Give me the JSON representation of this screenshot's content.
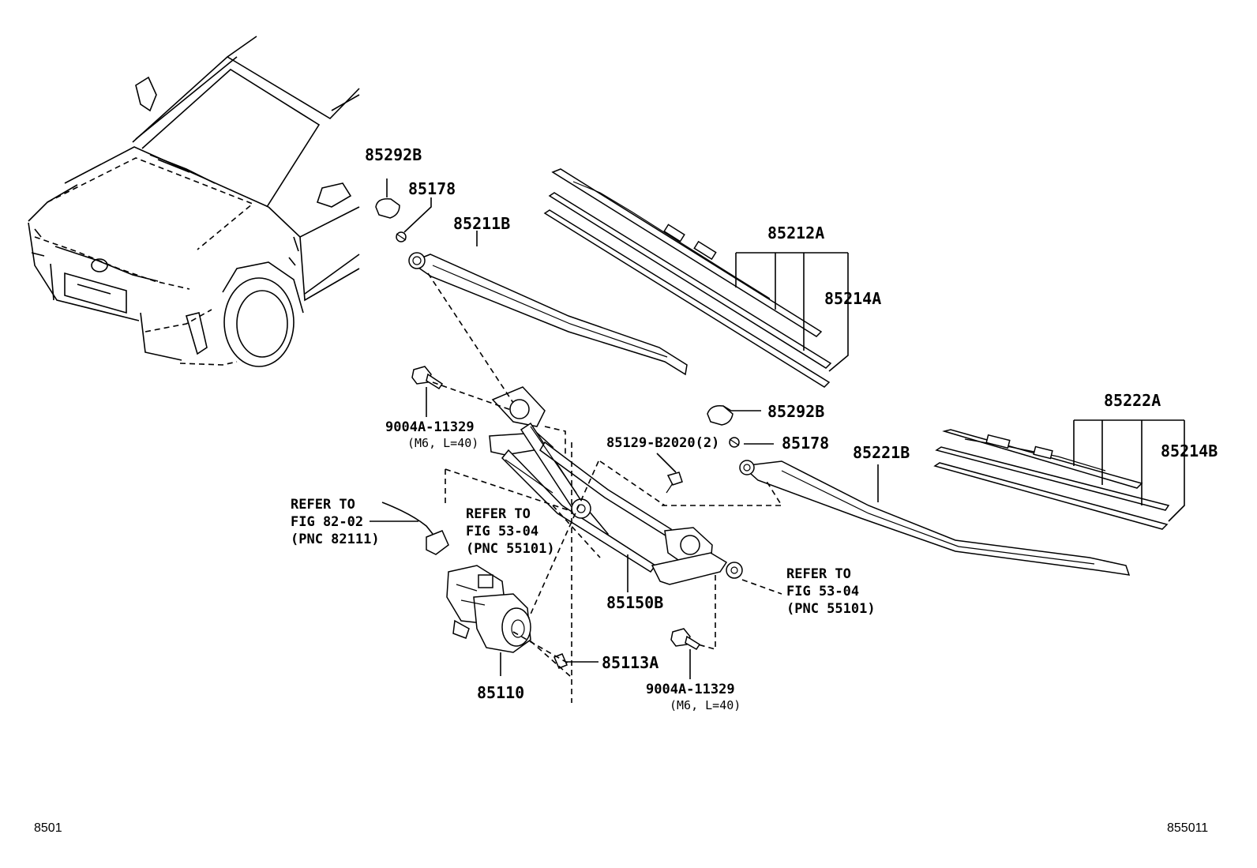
{
  "labels": {
    "cap_left": "85292B",
    "nut_left": "85178",
    "arm_left": "85211B",
    "blade_left": "85212A",
    "rubber_left": "85214A",
    "bolt_left": "9004A-11329",
    "bolt_left_spec": "(M6, L=40)",
    "screw": "85129-B2020(2)",
    "cap_right": "85292B",
    "nut_right": "85178",
    "arm_right": "85221B",
    "blade_right": "85222A",
    "rubber_right": "85214B",
    "refer_82_line1": "REFER TO",
    "refer_82_line2": "FIG 82-02",
    "refer_82_line3": "(PNC 82111)",
    "refer_53a_line1": "REFER TO",
    "refer_53a_line2": "FIG 53-04",
    "refer_53a_line3": "(PNC 55101)",
    "refer_53b_line1": "REFER TO",
    "refer_53b_line2": "FIG 53-04",
    "refer_53b_line3": "(PNC 55101)",
    "link": "85150B",
    "motor": "85110",
    "grommet": "85113A",
    "bolt_right": "9004A-11329",
    "bolt_right_spec": "(M6, L=40)"
  },
  "footer": {
    "left_code": "8501",
    "right_code": "855011"
  }
}
